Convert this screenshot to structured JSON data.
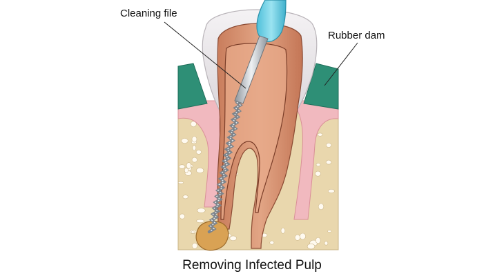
{
  "labels": {
    "cleaning_file": "Cleaning file",
    "rubber_dam": "Rubber dam"
  },
  "caption": "Removing Infected Pulp",
  "colors": {
    "rubber_dam": "#2e8f76",
    "gum": "#f1b9bf",
    "bone": "#e9d7ad",
    "bone_pore": "#fffaf0",
    "enamel": "#e9e6e9",
    "dentin": "#d99676",
    "root": "#cf8562",
    "file_handle": "#6fd2e6",
    "file_metal": "#b9bfc5",
    "abscess": "#d9a254"
  }
}
